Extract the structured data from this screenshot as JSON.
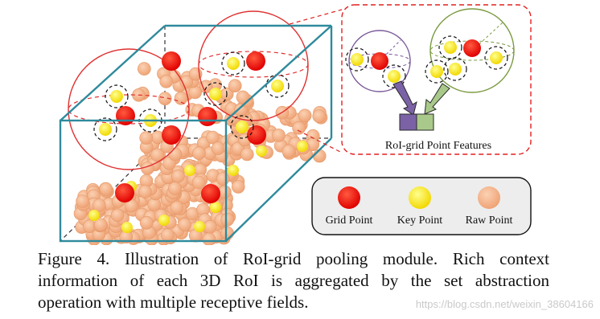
{
  "inset": {
    "features_label": "RoI-grid Point Features"
  },
  "legend": {
    "items": [
      {
        "label": "Grid Point",
        "color": "#f00000"
      },
      {
        "label": "Key Point",
        "color": "#ffee00"
      },
      {
        "label": "Raw Point",
        "color": "#f4b183"
      }
    ]
  },
  "caption": {
    "line1": "Figure 4. Illustration of RoI-grid pooling module.  Rich context",
    "line2": "information of each 3D RoI is aggregated by the set abstraction",
    "line3": "operation with multiple receptive fields."
  },
  "watermark": "https://blog.csdn.net/weixin_38604166",
  "colors": {
    "box": "#2f8a9c",
    "sphere": "#e03030",
    "inset_border": "#e02020",
    "purple_ball": "#7a5a9a",
    "green_ball": "#7a9a40",
    "purple_block": "#7b62a6",
    "green_block": "#a9c98a",
    "grid_point": "#f00000",
    "key_point": "#ffee00",
    "raw_point": "#f4b183"
  }
}
